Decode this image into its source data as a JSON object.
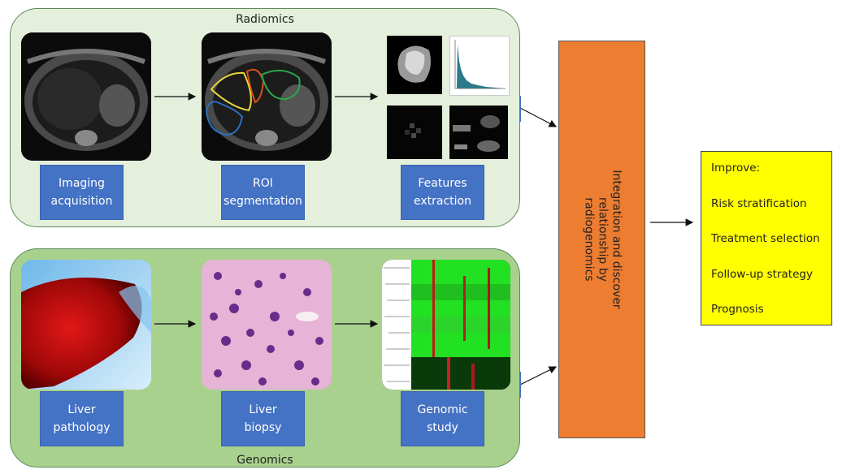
{
  "radiomics": {
    "title": "Radiomics",
    "steps": [
      {
        "line1": "Imaging",
        "line2": "acquisition"
      },
      {
        "line1": "ROI",
        "line2": "segmentation"
      },
      {
        "line1": "Features",
        "line2": "extraction"
      }
    ]
  },
  "genomics": {
    "title": "Genomics",
    "steps": [
      {
        "line1": "Liver",
        "line2": "pathology"
      },
      {
        "line1": "Liver",
        "line2": "biopsy"
      },
      {
        "line1": "Genomic",
        "line2": "study"
      }
    ]
  },
  "integration": {
    "line1": "Integration and discover",
    "line2": "relationship by",
    "line3": "radiogenomics"
  },
  "improve": {
    "heading": "Improve:",
    "items": [
      "Risk stratification",
      "Treatment selection",
      "Follow-up strategy",
      "Prognosis"
    ]
  },
  "colors": {
    "radiomics_panel": "#e4f0dc",
    "genomics_panel": "#a9d18e",
    "step_box": "#4472c4",
    "integration_box": "#ed7d31",
    "improve_box": "#ffff00"
  }
}
